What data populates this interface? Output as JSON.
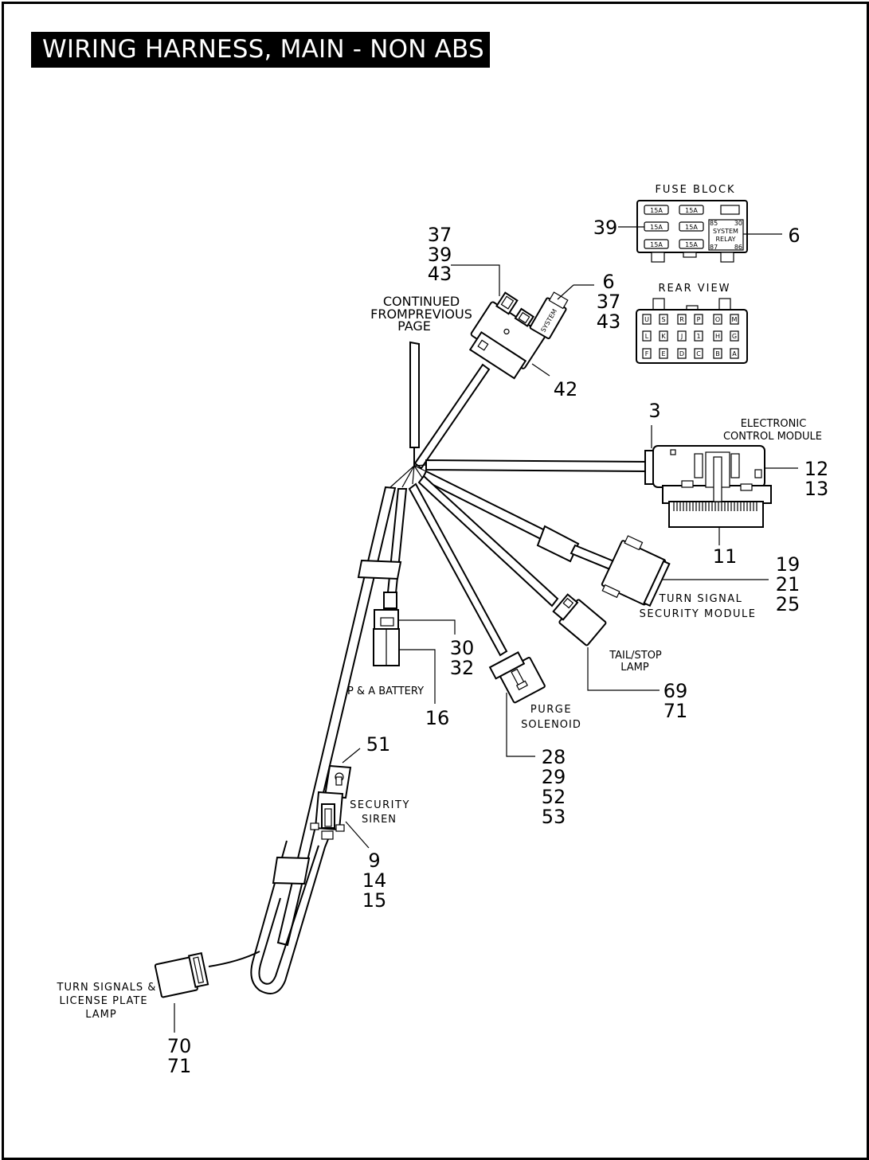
{
  "title": "WIRING HARNESS, MAIN - NON ABS",
  "labels": {
    "fuse_block": "FUSE BLOCK",
    "rear_view": "REAR VIEW",
    "continued_line1": "CONTINUED",
    "continued_line2": "FROMPREVIOUS",
    "continued_line3": "PAGE",
    "ecm_line1": "ELECTRONIC",
    "ecm_line2": "CONTROL MODULE",
    "tsm_line1": "TURN SIGNAL",
    "tsm_line2": "SECURITY MODULE",
    "tail_line1": "TAIL/STOP",
    "tail_line2": "LAMP",
    "purge_line1": "PURGE",
    "purge_line2": "SOLENOID",
    "battery": "P & A BATTERY",
    "siren_line1": "SECURITY",
    "siren_line2": "SIREN",
    "turn_line1": "TURN  SIGNALS &",
    "turn_line2": "LICENSE PLATE",
    "turn_line3": "LAMP",
    "system": "SYSTEM",
    "relay": "RELAY",
    "system_connector": "SYSTEM"
  },
  "fuse_block": {
    "fuses": [
      "15A",
      "15A",
      "15A",
      "15A",
      "15A",
      "15A"
    ],
    "relay_pins": [
      "85",
      "30",
      "87",
      "86"
    ]
  },
  "rear_view_pins": [
    [
      "U",
      "S",
      "R",
      "P",
      "O",
      "M"
    ],
    [
      "L",
      "K",
      "J",
      "1",
      "H",
      "G"
    ],
    [
      "F",
      "E",
      "D",
      "C",
      "B",
      "A"
    ]
  ],
  "callouts": {
    "c_37_39_43": [
      "37",
      "39",
      "43"
    ],
    "c_6_37_43": [
      "6",
      "37",
      "43"
    ],
    "c_39": [
      "39"
    ],
    "c_6": [
      "6"
    ],
    "c_42": [
      "42"
    ],
    "c_3": [
      "3"
    ],
    "c_12_13": [
      "12",
      "13"
    ],
    "c_11": [
      "11"
    ],
    "c_19_21_25": [
      "19",
      "21",
      "25"
    ],
    "c_30_32": [
      "30",
      "32"
    ],
    "c_16": [
      "16"
    ],
    "c_69_71": [
      "69",
      "71"
    ],
    "c_28_29_52_53": [
      "28",
      "29",
      "52",
      "53"
    ],
    "c_51": [
      "51"
    ],
    "c_9_14_15": [
      "9",
      "14",
      "15"
    ],
    "c_70_71": [
      "70",
      "71"
    ]
  }
}
